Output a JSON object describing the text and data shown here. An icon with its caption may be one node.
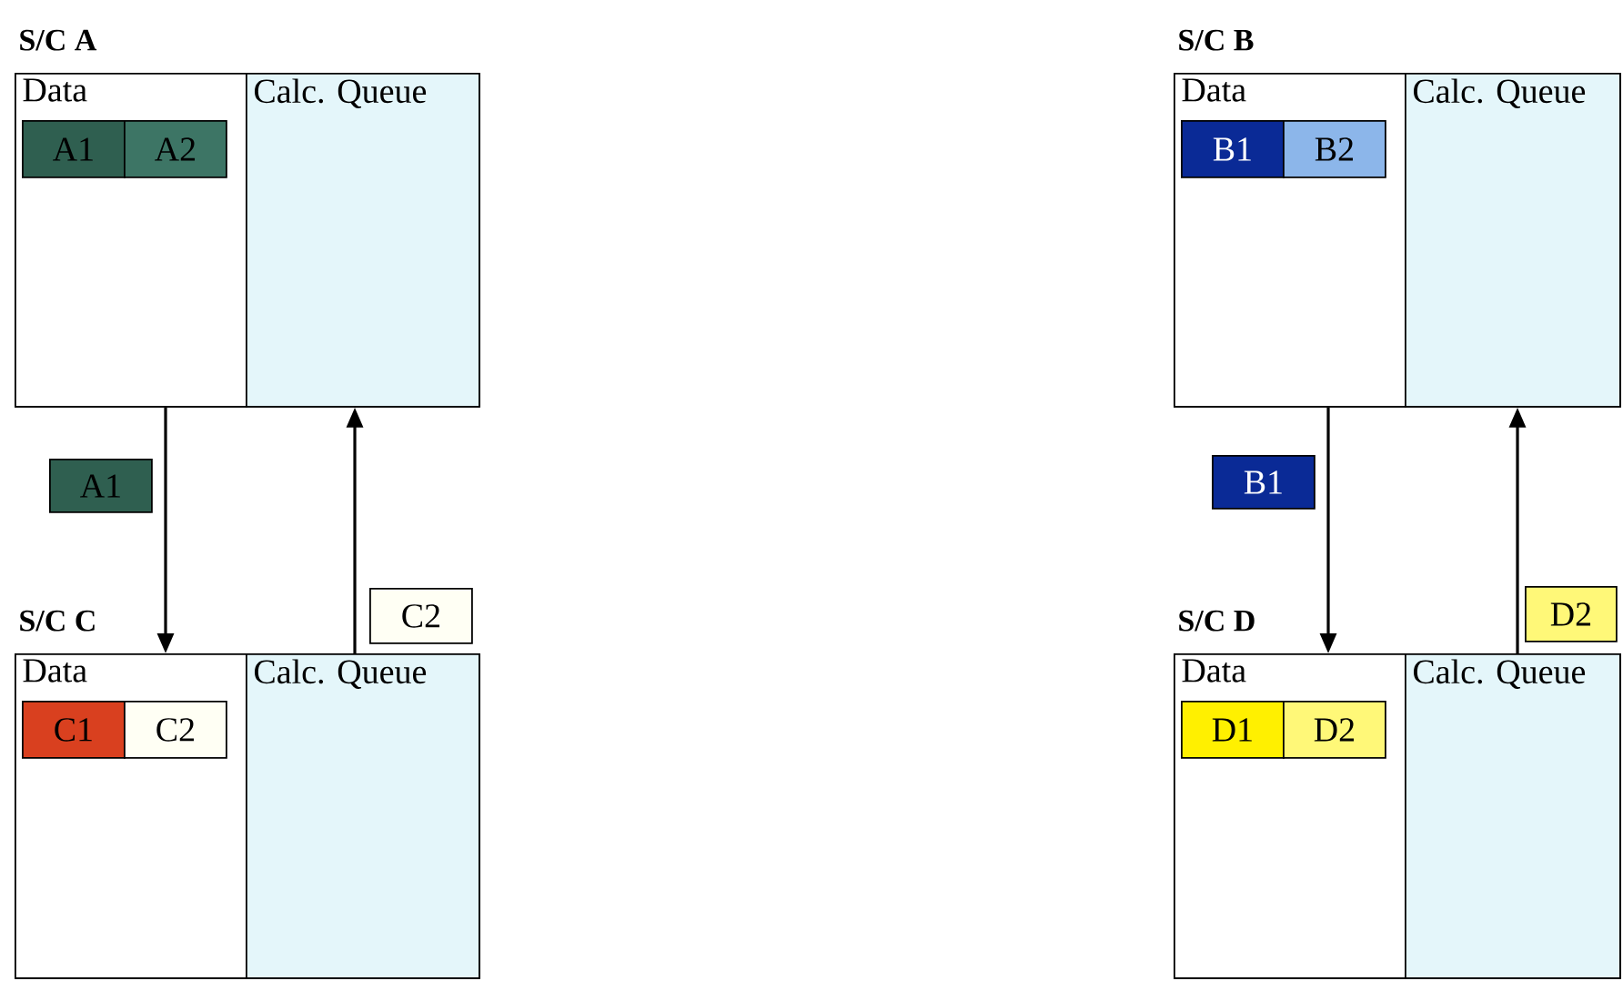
{
  "diagram": {
    "nodes": [
      {
        "text": [
          "S/C A"
        ]
      },
      {
        "text": [
          "Data"
        ],
        "in": 0
      },
      {
        "text": [
          "A1"
        ],
        "in": 1
      },
      {
        "text": [
          "A2"
        ],
        "in": 1
      },
      {
        "text": [
          "Calc. Queue"
        ],
        "in": 0
      },
      {
        "text": [
          "S/C B"
        ]
      },
      {
        "text": [
          "Data"
        ],
        "in": 5
      },
      {
        "text": [
          "B1"
        ],
        "in": 6
      },
      {
        "text": [
          "B2"
        ],
        "in": 6
      },
      {
        "text": [
          "Calc. Queue"
        ],
        "in": 5
      },
      {
        "text": [
          "A1"
        ]
      },
      {
        "text": [
          "B1"
        ]
      },
      {
        "text": [
          "C2"
        ]
      },
      {
        "text": [
          "D2"
        ]
      },
      {
        "text": [
          "S/C C"
        ]
      },
      {
        "text": [
          "Data"
        ],
        "in": 14
      },
      {
        "text": [
          "C1"
        ],
        "in": 15
      },
      {
        "text": [
          "C2"
        ],
        "in": 15
      },
      {
        "text": [
          "Calc. Queue"
        ],
        "in": 14
      },
      {
        "text": [
          "S/C D"
        ]
      },
      {
        "text": [
          "Data"
        ],
        "in": 19
      },
      {
        "text": [
          "D1"
        ],
        "in": 20
      },
      {
        "text": [
          "D2"
        ],
        "in": 20
      },
      {
        "text": [
          "Calc. Queue"
        ],
        "in": 19
      }
    ],
    "edges": [
      {
        "from": 1,
        "to": 15,
        "arrow": "to"
      },
      {
        "from": 18,
        "to": 4,
        "arrow": "to"
      },
      {
        "from": 6,
        "to": 20,
        "arrow": "to"
      },
      {
        "from": 23,
        "to": 9,
        "arrow": "to"
      }
    ]
  }
}
